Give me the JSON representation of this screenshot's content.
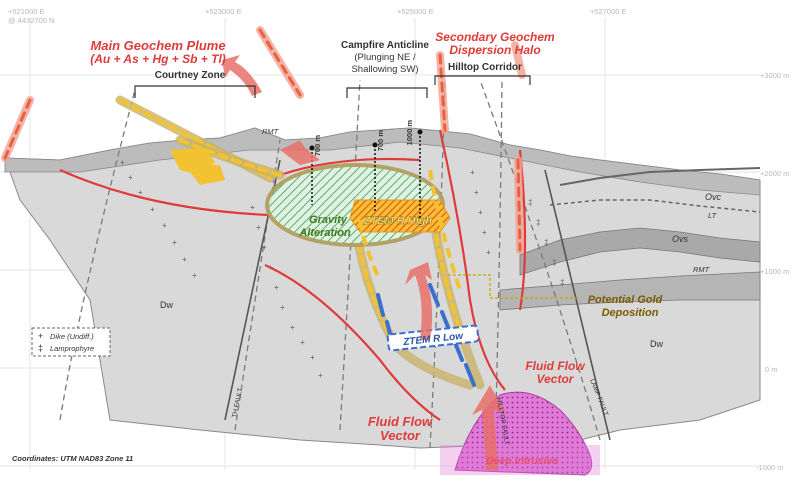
{
  "labels": {
    "top_axis_ticks": [
      "+521000 E",
      "@ 4432700 N",
      "+523000 E",
      "+525000 E",
      "+527000 E"
    ],
    "right_axis_ticks": [
      "+3000 m",
      "+2000 m",
      "+1000 m",
      "0 m",
      "-1000 m"
    ],
    "main_plume": [
      "Main Geochem Plume",
      "(Au + As + Hg + Sb + Tl)"
    ],
    "secondary_halo": [
      "Secondary Geochem",
      "Dispersion Halo"
    ],
    "courtney_zone": "Courtney Zone",
    "campfire_anticline": [
      "Campfire Anticline",
      "(Plunging NE /",
      "Shallowing SW)"
    ],
    "hilltop_corridor": "Hilltop Corridor",
    "rmt_top": "RMT",
    "drill_depths": [
      "700 m",
      "700 m",
      "1000 m"
    ],
    "gravity_alteration": [
      "Gravity",
      "Alteration"
    ],
    "ztem_high": "ZTEM R High",
    "ztem_low": "ZTEM R Low",
    "ovc": "Ovc",
    "lt": "LT",
    "ovs": "Ovs",
    "rmt_right": "RMT",
    "potential_gold": [
      "Potential Gold",
      "Deposition"
    ],
    "dw_left": "Dw",
    "dw_right": "Dw",
    "fluid_flow_right": [
      "Fluid Flow",
      "Vector"
    ],
    "fluid_flow_bottom": [
      "Fluid Flow",
      "Vector"
    ],
    "deep_intrusive": "Deep Intrusive",
    "hilltop_fault": "HILLTOP FAULT",
    "th_fault": "TH FAULT",
    "lamp_fault": "LAMP FAULT",
    "legend": {
      "dike": "Dike (Undiff.)",
      "lamprophyre": "Lamprophyre"
    },
    "coordinates": "Coordinates: UTM NAD83 Zone 11"
  },
  "colors": {
    "red": "#e03b3b",
    "gold": "#f2c230",
    "ground": "#d9d9d9",
    "intrusive": "#d257c8",
    "ztem_low": "#3a6fd0"
  }
}
